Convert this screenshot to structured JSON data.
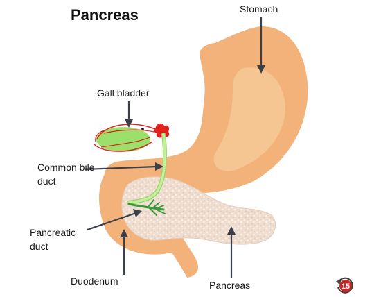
{
  "title": "Pancreas",
  "labels": {
    "stomach": "Stomach",
    "gall_bladder": "Gall bladder",
    "common_bile_duct_line1": "Common bile",
    "common_bile_duct_line2": "duct",
    "pancreatic_duct_line1": "Pancreatic",
    "pancreatic_duct_line2": "duct",
    "duodenum": "Duodenum",
    "pancreas": "Pancreas"
  },
  "replay_badge": {
    "number": "15",
    "icon": "replay-icon"
  },
  "colors": {
    "stomach": "#f2b27a",
    "stomach_light": "#f6c896",
    "pancreas": "#f1dfd3",
    "gall_bladder": "#9be06b",
    "duct": "#b9ec8c",
    "annotation_red": "#e0211d",
    "arrow": "#3b3f4a",
    "badge": "#c3282b"
  }
}
